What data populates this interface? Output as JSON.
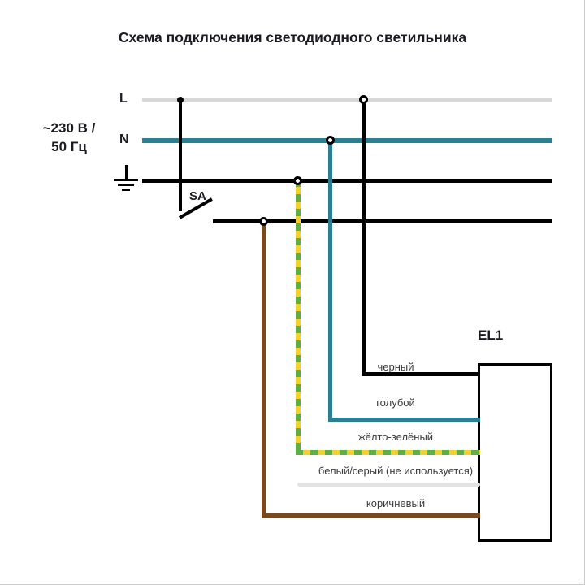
{
  "diagram": {
    "title": "Схема подключения светодиодного светильника",
    "supply": {
      "voltage_line1": "~230 В /",
      "voltage_line2": "50 Гц",
      "phase_label": "L",
      "neutral_label": "N"
    },
    "switch_label": "SA",
    "luminaire_label": "EL1",
    "wire_labels": {
      "black": "черный",
      "blue": "голубой",
      "yellow_green": "жёлто-зелёный",
      "white_gray": "белый/серый (не используется)",
      "brown": "коричневый"
    }
  },
  "colors": {
    "ink": "#1b1b22",
    "label_ink": "#3c3c3c",
    "l_bus": "#d8d8d8",
    "n_bus": "#2a7f91",
    "pe_bus": "#000000",
    "wire_black": "#000000",
    "wire_blue": "#2a7f91",
    "wire_yellow": "#f2d22e",
    "wire_green": "#5fae44",
    "wire_gray": "#e3e3e3",
    "wire_brown": "#784a20"
  }
}
